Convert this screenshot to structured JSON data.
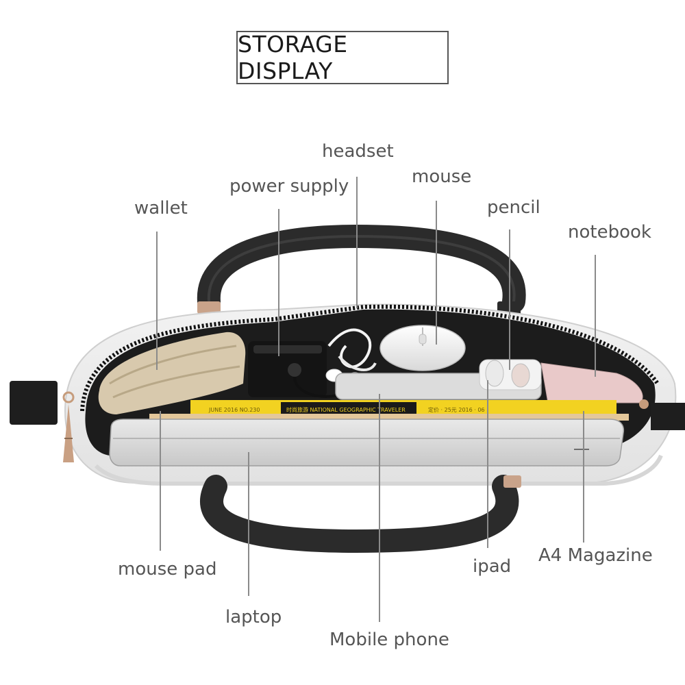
{
  "title": "STORAGE DISPLAY",
  "labels": {
    "headset": "headset",
    "power_supply": "power supply",
    "mouse": "mouse",
    "wallet": "wallet",
    "pencil": "pencil",
    "notebook": "notebook",
    "mouse_pad": "mouse pad",
    "laptop": "laptop",
    "ipad": "ipad",
    "a4_magazine": "A4 Magazine",
    "mobile_phone": "Mobile phone"
  },
  "magazine_text": {
    "left": "JUNE 2016   NO.230",
    "center": "时尚旅游 NATIONAL GEOGRAPHIC TRAVELER",
    "right": "定价 · 25元   2016 · 06"
  }
}
